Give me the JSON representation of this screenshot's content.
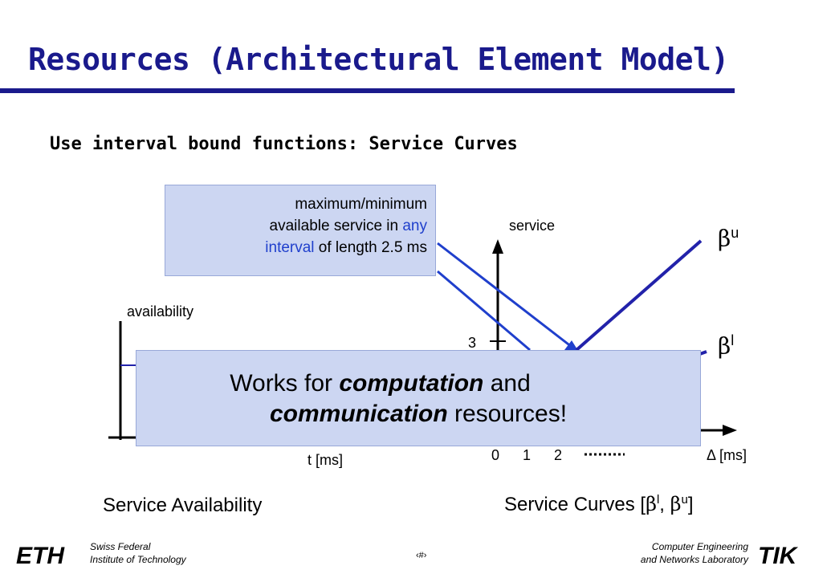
{
  "title": "Resources (Architectural Element Model)",
  "subtitle": "Use interval bound functions: Service Curves",
  "callout": {
    "line1": "maximum/minimum",
    "line2_a": "available service in ",
    "line2_b": "any",
    "line3_a": "interval",
    "line3_b": " of length 2.5 ms"
  },
  "left_plot": {
    "ylabel": "availability",
    "xlabel": "t [ms]",
    "caption": "Service Availability"
  },
  "right_plot": {
    "ylabel": "service",
    "xlabel": "Δ [ms]",
    "ytick": "3",
    "xticks": [
      "0",
      "1",
      "2"
    ],
    "upper_label": "β",
    "upper_sup": "u",
    "lower_label": "β",
    "lower_sup": "l",
    "caption_a": "Service Curves [",
    "caption_beta1": "β",
    "caption_sup1": "l",
    "caption_mid": ", ",
    "caption_beta2": "β",
    "caption_sup2": "u",
    "caption_end": "]"
  },
  "overlay": {
    "l1_a": "Works for ",
    "l1_b": "computation",
    "l1_c": " and",
    "l2_a": "communication",
    "l2_b": " resources!"
  },
  "footer": {
    "left_line1": "Swiss Federal",
    "left_line2": "Institute of Technology",
    "right_line1": "Computer Engineering",
    "right_line2": "and Networks Laboratory",
    "page": "‹#›",
    "eth_logo_text": "ETH",
    "tik_logo_text": "TIK"
  },
  "colors": {
    "title": "#1a1a8c",
    "arrow": "#1f3fcc",
    "curve": "#2222aa",
    "box_fill": "#ccd6f2"
  }
}
